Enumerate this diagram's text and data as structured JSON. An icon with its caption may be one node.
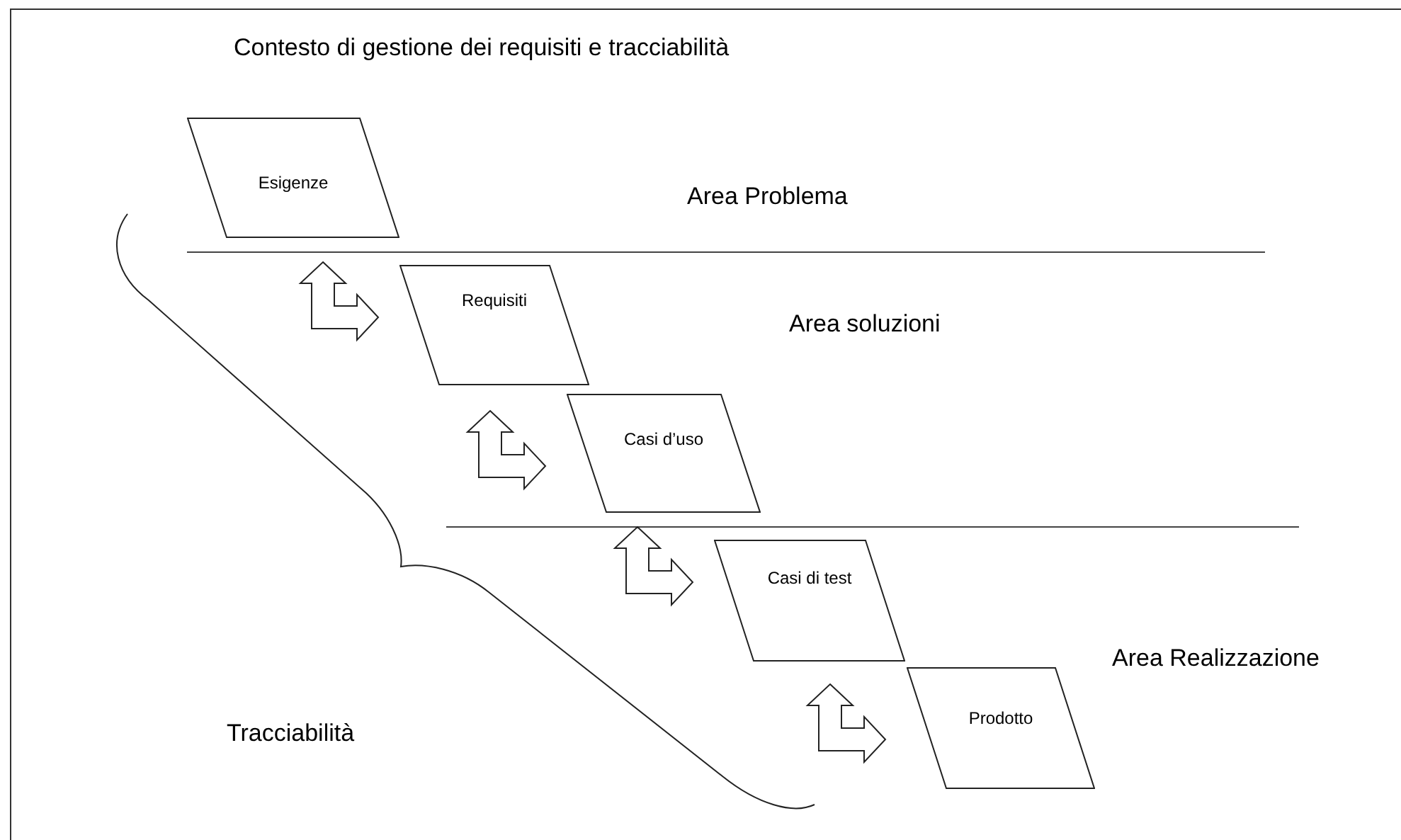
{
  "diagram": {
    "title": "Contesto di gestione dei requisiti e tracciabilità",
    "nodes": [
      {
        "text": [
          "Esigenze"
        ]
      },
      {
        "text": [
          "Requisiti"
        ]
      },
      {
        "text": [
          "Casi d’uso"
        ]
      },
      {
        "text": [
          "Casi di test"
        ]
      },
      {
        "text": [
          "Prodotto"
        ]
      }
    ],
    "edges": [
      {
        "from": 0,
        "to": 1,
        "arrow": "both"
      },
      {
        "from": 1,
        "to": 2,
        "arrow": "both"
      },
      {
        "from": 2,
        "to": 3,
        "arrow": "both"
      },
      {
        "from": 3,
        "to": 4,
        "arrow": "both"
      }
    ],
    "labels": [
      "Area Problema",
      "Area soluzioni",
      "Area Realizzazione",
      "Tracciabilità"
    ]
  }
}
